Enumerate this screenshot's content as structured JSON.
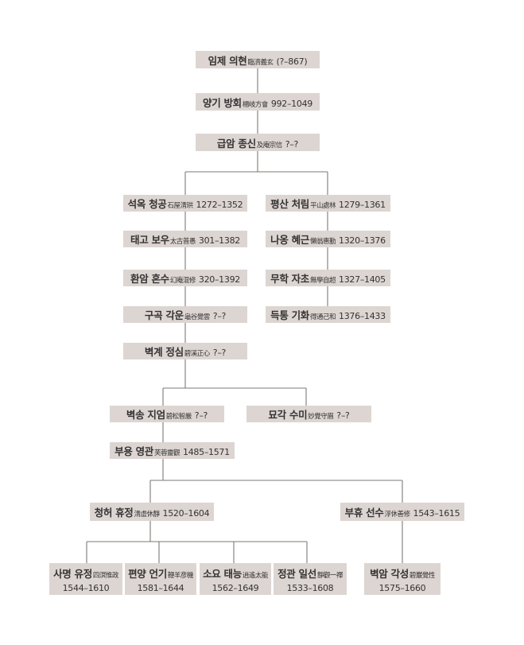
{
  "nodes": {
    "imje": {
      "name": "임제 의현",
      "hanja": "臨濟義玄",
      "years": "(?–867)"
    },
    "yanggi": {
      "name": "양기 방회",
      "hanja": "楊岐方會",
      "years": "992–1049"
    },
    "geubam": {
      "name": "급암 종신",
      "hanja": "及庵宗信",
      "years": "?–?"
    },
    "seogok": {
      "name": "석옥 청공",
      "hanja": "石屋淸珙",
      "years": "1272–1352"
    },
    "pyeongsan": {
      "name": "평산 처림",
      "hanja": "平山處林",
      "years": "1279–1361"
    },
    "taego": {
      "name": "태고 보우",
      "hanja": "太古普愚",
      "years": "301–1382"
    },
    "naong": {
      "name": "나옹 혜근",
      "hanja": "懶翁惠勤",
      "years": "1320–1376"
    },
    "hwanam": {
      "name": "환암 혼수",
      "hanja": "幻庵混修",
      "years": "320–1392"
    },
    "muhak": {
      "name": "무학 자초",
      "hanja": "無學自超",
      "years": "1327–1405"
    },
    "gugok": {
      "name": "구곡 각운",
      "hanja": "龜谷覺雲",
      "years": "?–?"
    },
    "deuktong": {
      "name": "득통 기화",
      "hanja": "得通己和",
      "years": "1376–1433"
    },
    "byeokgye": {
      "name": "벽계 정심",
      "hanja": "碧溪正心",
      "years": "?–?"
    },
    "byeoksong": {
      "name": "벽송 지엄",
      "hanja": "碧松智嚴",
      "years": "?–?"
    },
    "myogak": {
      "name": "묘각 수미",
      "hanja": "妙覺守眉",
      "years": "?–?"
    },
    "buyong": {
      "name": "부용 영관",
      "hanja": "芙蓉靈觀",
      "years": "1485–1571"
    },
    "cheongheo": {
      "name": "청허 휴정",
      "hanja": "淸虛休靜",
      "years": "1520–1604"
    },
    "buhyu": {
      "name": "부휴 선수",
      "hanja": "浮休善修",
      "years": "1543–1615"
    },
    "samyeong": {
      "name": "사명 유정",
      "hanja": "四溟惟政",
      "years": "1544–1610"
    },
    "pyeonyang": {
      "name": "편양 언기",
      "hanja": "鞭羊彦機",
      "years": "1581–1644"
    },
    "soyo": {
      "name": "소요 태능",
      "hanja": "逍遙太能",
      "years": "1562–1649"
    },
    "jeonggwan": {
      "name": "정관 일선",
      "hanja": "靜觀一禪",
      "years": "1533–1608"
    },
    "byeogam": {
      "name": "벽암 각성",
      "hanja": "碧巖覺性",
      "years": "1575–1660"
    }
  }
}
